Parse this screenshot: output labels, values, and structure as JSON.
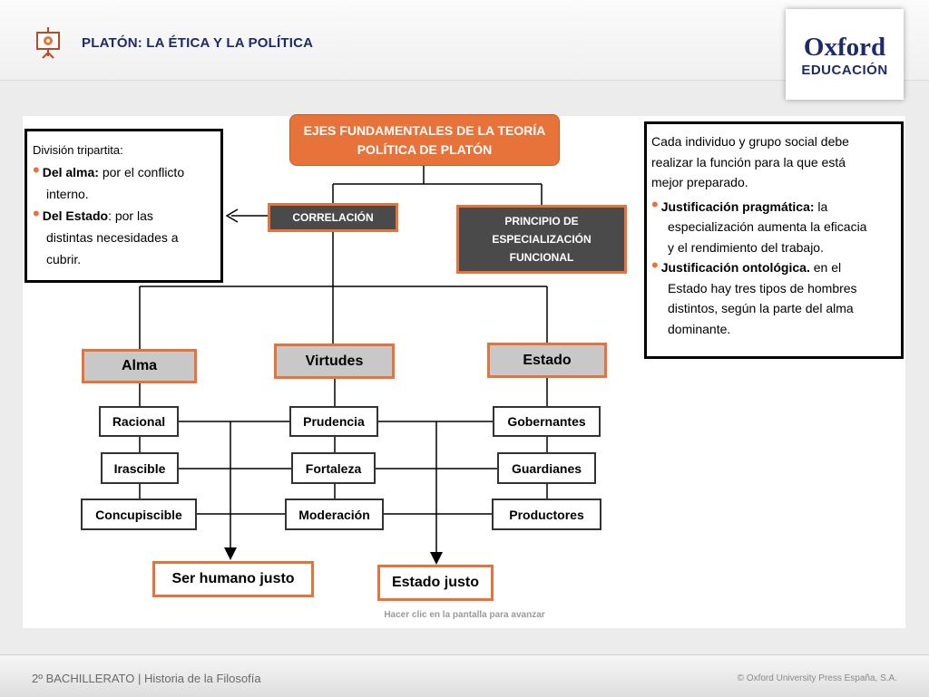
{
  "header": {
    "title": "PLATÓN: LA ÉTICA Y LA POLÍTICA"
  },
  "logo": {
    "line1": "Oxford",
    "line2": "EDUCACIÓN"
  },
  "map": {
    "root": "EJES FUNDAMENTALES DE LA TEORÍA POLÍTICA DE PLATÓN",
    "correlation": "CORRELACIÓN",
    "principle": "PRINCIPIO DE ESPECIALIZACIÓN FUNCIONAL",
    "alma": "Alma",
    "virtudes": "Virtudes",
    "estado": "Estado",
    "alma_items": [
      "Racional",
      "Irascible",
      "Concupiscible"
    ],
    "virtudes_items": [
      "Prudencia",
      "Fortaleza",
      "Moderación"
    ],
    "estado_items": [
      "Gobernantes",
      "Guardianes",
      "Productores"
    ],
    "human": "Ser humano justo",
    "state": "Estado justo"
  },
  "left_note": {
    "intro": "División tripartita:",
    "b1_bold": "Del alma:",
    "b1_text": " por el conflicto",
    "b1_cont": "interno.",
    "b2_bold": "Del Estado",
    "b2_text": ": por las",
    "b2_cont1": "distintas necesidades a",
    "b2_cont2": "cubrir."
  },
  "right_note": {
    "l1": "Cada individuo y grupo social debe",
    "l2": "realizar la función para la que está",
    "l3": "mejor preparado.",
    "b1_bold": "Justificación pragmática:",
    "b1_text": " la",
    "b1_c1": "especialización aumenta la eficacia",
    "b1_c2": "y el rendimiento del trabajo.",
    "b2_bold": "Justificación ontológica.",
    "b2_text": " en el",
    "b2_c1": "Estado hay tres tipos de hombres",
    "b2_c2": "distintos, según la parte del alma",
    "b2_c3": "dominante."
  },
  "hint": "Hacer clic en la pantalla para avanzar",
  "footer": {
    "left": "2º BACHILLERATO | Historia de la Filosofía",
    "right": "© Oxford University Press España, S.A."
  },
  "colors": {
    "accent": "#e8733a",
    "title": "#1f2a6b",
    "dark_box": "#4a4a4a",
    "gray_box": "#c8c8c8"
  }
}
